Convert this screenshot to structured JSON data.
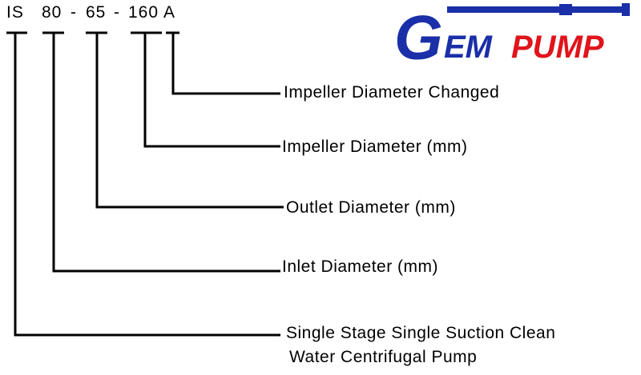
{
  "model_code": {
    "prefix": "IS",
    "inlet": "80",
    "sep1": "-",
    "outlet": "65",
    "sep2": "-",
    "impeller": "160",
    "suffix": "A"
  },
  "logo": {
    "letter_g": "G",
    "letters_em": "EM",
    "letters_pump": "PUMP",
    "primary_color": "#1a2fa8",
    "accent_color": "#e0141c"
  },
  "labels": {
    "impeller_changed": "Impeller Diameter Changed",
    "impeller_diameter": "Impeller Diameter (mm)",
    "outlet_diameter": "Outlet Diameter (mm)",
    "inlet_diameter": "Inlet Diameter (mm)",
    "pump_type_line1": "Single Stage Single Suction Clean",
    "pump_type_line2": "Water Centrifugal Pump"
  }
}
